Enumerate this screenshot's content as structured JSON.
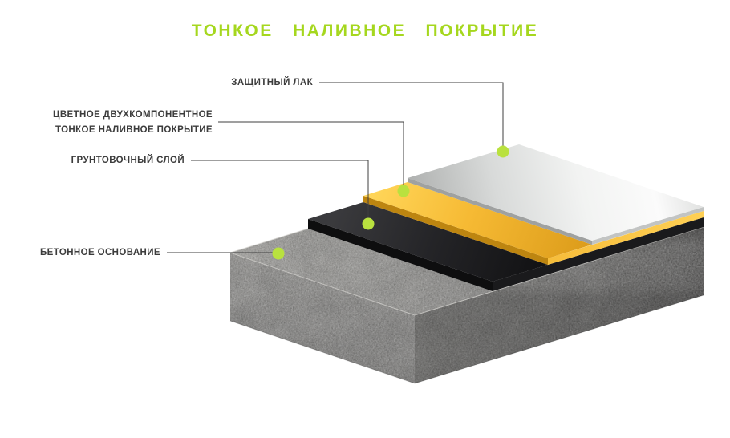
{
  "title": "ТОНКОЕ НАЛИВНОЕ ПОКРЫТИЕ",
  "callouts": [
    {
      "target": "lacquer-layer",
      "label": "ЗАЩИТНЫЙ ЛАК"
    },
    {
      "target": "coating-layer",
      "label_line1": "ЦВЕТНОЕ ДВУХКОМПОНЕНТНОЕ",
      "label_line2": "ТОНКОЕ НАЛИВНОЕ ПОКРЫТИЕ"
    },
    {
      "target": "primer-layer",
      "label": "ГРУНТОВОЧНЫЙ СЛОЙ"
    },
    {
      "target": "concrete-base",
      "label": "БЕТОННОЕ ОСНОВАНИЕ"
    }
  ],
  "colors": {
    "title": "#a5d71e",
    "label_text": "#3c3c3c",
    "leader_line": "#3f3f3f",
    "marker": "#b9e13f",
    "lacquer_silver": "#e9eaea",
    "coating_gold": "#f3b733",
    "primer_black": "#212123",
    "concrete_gray": "#9a9996"
  }
}
